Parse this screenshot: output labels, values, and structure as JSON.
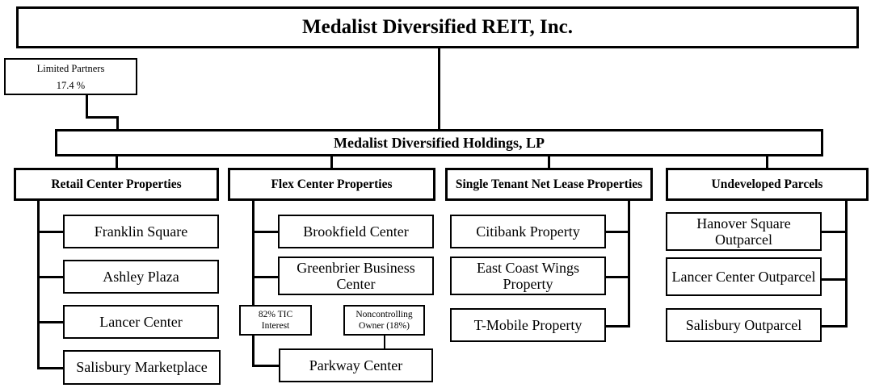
{
  "diagram": {
    "title": "Medalist Diversified REIT, Inc.",
    "type": "organizational-chart"
  },
  "root": {
    "label": "Medalist Diversified REIT, Inc."
  },
  "limited_partners": {
    "label": "Limited Partners",
    "percent": "17.4 %"
  },
  "holdings": {
    "label": "Medalist Diversified Holdings, LP"
  },
  "columns": [
    {
      "id": "retail-center-properties",
      "header": "Retail Center Properties",
      "spine_side": "left",
      "children": [
        {
          "label": "Franklin Square"
        },
        {
          "label": "Ashley Plaza"
        },
        {
          "label": "Lancer Center"
        },
        {
          "label": "Salisbury Marketplace"
        }
      ]
    },
    {
      "id": "flex-center-properties",
      "header": "Flex Center Properties",
      "spine_side": "left",
      "children": [
        {
          "label": "Brookfield Center"
        },
        {
          "label": "Greenbrier Business Center"
        },
        {
          "label": "Parkway Center"
        }
      ],
      "ownership": {
        "tic_interest": "82% TIC Interest",
        "noncontrolling_owner": "Noncontrolling Owner (18%)",
        "owned_entity": "Parkway Center"
      }
    },
    {
      "id": "single-tenant-net-lease-properties",
      "header": "Single Tenant Net Lease Properties",
      "spine_side": "right",
      "children": [
        {
          "label": "Citibank Property"
        },
        {
          "label": "East Coast Wings Property"
        },
        {
          "label": "T-Mobile Property"
        }
      ]
    },
    {
      "id": "undeveloped-parcels",
      "header": "Undeveloped Parcels",
      "spine_side": "right",
      "children": [
        {
          "label": "Hanover Square Outparcel"
        },
        {
          "label": "Lancer Center Outparcel"
        },
        {
          "label": "Salisbury Outparcel"
        }
      ]
    }
  ],
  "colors": {
    "line": "#000000",
    "box_fill": "#ffffff",
    "text": "#000000"
  }
}
